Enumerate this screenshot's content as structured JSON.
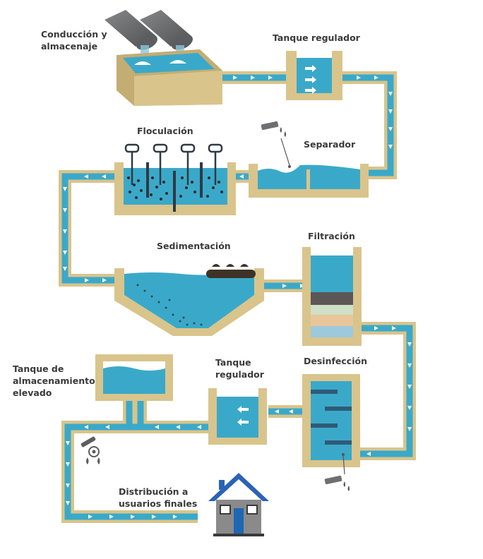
{
  "labels": {
    "conduccion": [
      "Conducción y",
      "almacenaje"
    ],
    "tanque_regulador_top": "Tanque regulador",
    "floculacion": "Floculación",
    "separador": "Separador",
    "sedimentacion": "Sedimentación",
    "filtracion": "Filtración",
    "tanque_elevado": [
      "Tanque de",
      "almacenamiento",
      "elevado"
    ],
    "tanque_regulador_bottom": [
      "Tanque",
      "regulador"
    ],
    "desinfeccion": "Desinfección",
    "distribucion": [
      "Distribución a",
      "usuarios finales"
    ]
  },
  "colors": {
    "pipe_wall": "#d9c48c",
    "pipe_wall_dark": "#c4ad72",
    "water": "#3aa9c9",
    "water_light": "#6fc4dc",
    "arrow": "#ffffff",
    "sediment": "#3e3326",
    "baffle": "#2f5b78",
    "roof": "#2b63b5",
    "house_wall": "#8a8a8a",
    "door": "#1f67b3",
    "pipe_steel": "#6d6f72"
  }
}
